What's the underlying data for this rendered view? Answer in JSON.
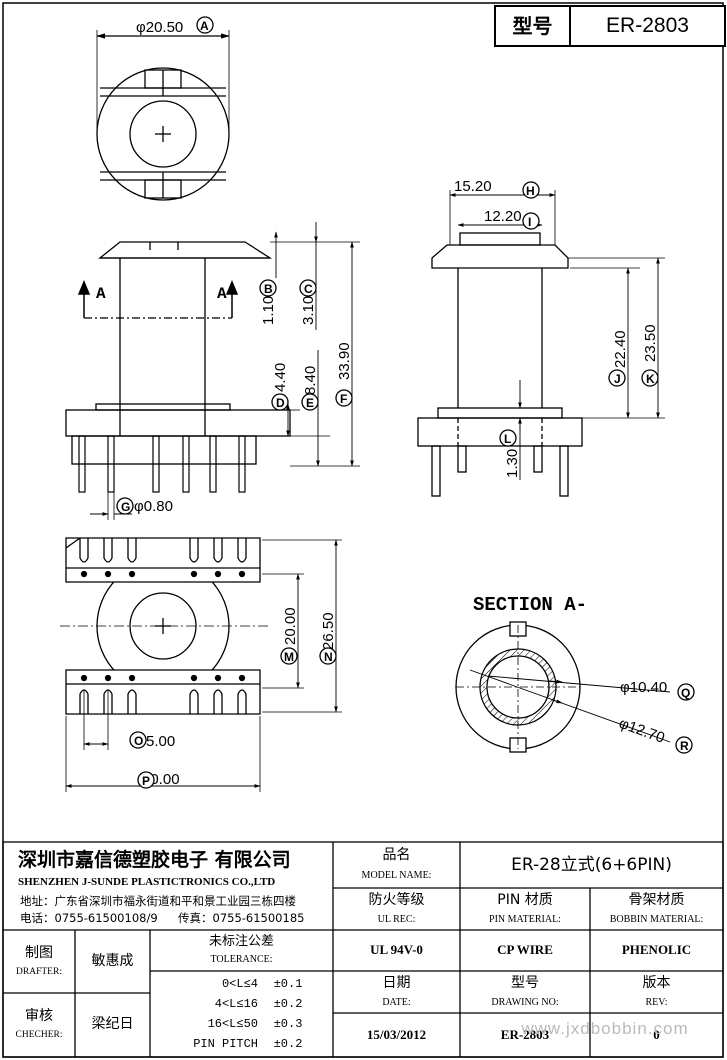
{
  "title_block": {
    "type_label": "型号",
    "type_value": "ER-2803"
  },
  "dimensions": {
    "top_diameter": "φ20.50",
    "pin_diameter": "φ0.80",
    "d_15_20": "15.20",
    "d_12_20": "12.20",
    "d_1_10": "1.10",
    "d_3_10": "3.10",
    "d_33_90": "33.90",
    "d_4_40": "4.40",
    "d_8_40": "8.40",
    "d_22_40": "22.40",
    "d_23_50": "23.50",
    "d_1_30": "1.30",
    "d_20_00": "20.00",
    "d_26_50": "26.50",
    "d_5_00": "5.00",
    "d_30_00": "30.00",
    "d_10_40": "φ10.40",
    "d_12_70": "φ12.70"
  },
  "markers": [
    "A",
    "B",
    "C",
    "D",
    "E",
    "F",
    "G",
    "H",
    "I",
    "J",
    "K",
    "L",
    "M",
    "N",
    "O",
    "P",
    "Q",
    "R"
  ],
  "section_arrow": "A",
  "section_title": "SECTION A-",
  "company": {
    "name_cn": "深圳市嘉信德塑胶电子 有限公司",
    "name_en": "SHENZHEN J-SUNDE PLASTICTRONICS CO.,LTD",
    "address": "地址：广东省深圳市福永街道和平和景工业园三栋四楼",
    "phone": "电话：0755-61500108/9",
    "fax": "传真：0755-61500185"
  },
  "info": {
    "model_name_cn": "品名",
    "model_name_en": "MODEL NAME:",
    "model_name_value": "ER-28立式(6+6PIN)",
    "ul_cn": "防火等级",
    "ul_en": "UL REC:",
    "ul_value": "UL 94V-0",
    "pin_cn": "PIN 材质",
    "pin_en": "PIN MATERIAL:",
    "pin_value": "CP WIRE",
    "bobbin_cn": "骨架材质",
    "bobbin_en": "BOBBIN MATERIAL:",
    "bobbin_value": "PHENOLIC",
    "date_cn": "日期",
    "date_en": "DATE:",
    "date_value": "15/03/2012",
    "drawing_cn": "型号",
    "drawing_en": "DRAWING NO:",
    "drawing_value": "ER-2803",
    "rev_cn": "版本",
    "rev_en": "REV:",
    "rev_value": "0"
  },
  "people": {
    "drafter_cn": "制图",
    "drafter_en": "DRAFTER:",
    "drafter_value": "敏惠成",
    "checker_cn": "审核",
    "checker_en": "CHECHER:",
    "checker_value": "梁纪日"
  },
  "tolerance": {
    "title_cn": "未标注公差",
    "title_en": "TOLERANCE:",
    "rows": [
      {
        "range": "0<L≤4",
        "value": "±0.1"
      },
      {
        "range": "4<L≤16",
        "value": "±0.2"
      },
      {
        "range": "16<L≤50",
        "value": "±0.3"
      },
      {
        "range": "PIN PITCH",
        "value": "±0.2"
      }
    ]
  },
  "watermark": "www.jxdbobbin.com"
}
